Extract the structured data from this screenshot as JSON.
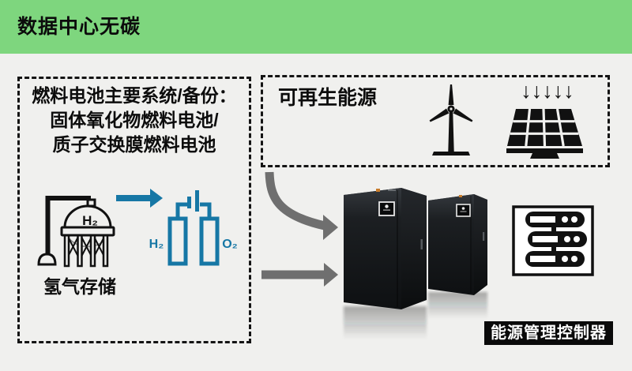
{
  "header": {
    "title": "数据中心无碳"
  },
  "colors": {
    "header_bg": "#7ed67e",
    "page_bg": "#f0f0ee",
    "accent_blue": "#1677a5",
    "arrow_gray": "#6f6f6f",
    "ink": "#111111"
  },
  "fuel_cell_box": {
    "title_lines": [
      "燃料电池主要系统/备份：",
      "固体氧化物燃料电池/",
      "质子交换膜燃料电池"
    ],
    "tank_gas_label": "H₂",
    "anode_label": "H₂",
    "cathode_label": "O₂",
    "storage_caption": "氢气存储"
  },
  "renewable_box": {
    "title": "可再生能源",
    "sunlight_arrows": "↓↓↓↓↓"
  },
  "controller": {
    "label": "能源管理控制器"
  },
  "icons": {
    "wind_turbine": "wind-turbine",
    "solar_panel": "solar-panel",
    "hydrogen_tank": "hydrogen-storage-tank",
    "fuel_cell_cylinders": "h2-o2-cylinders",
    "server_rack": "server-rack",
    "ups_cabinets": "ups-cabinets"
  }
}
